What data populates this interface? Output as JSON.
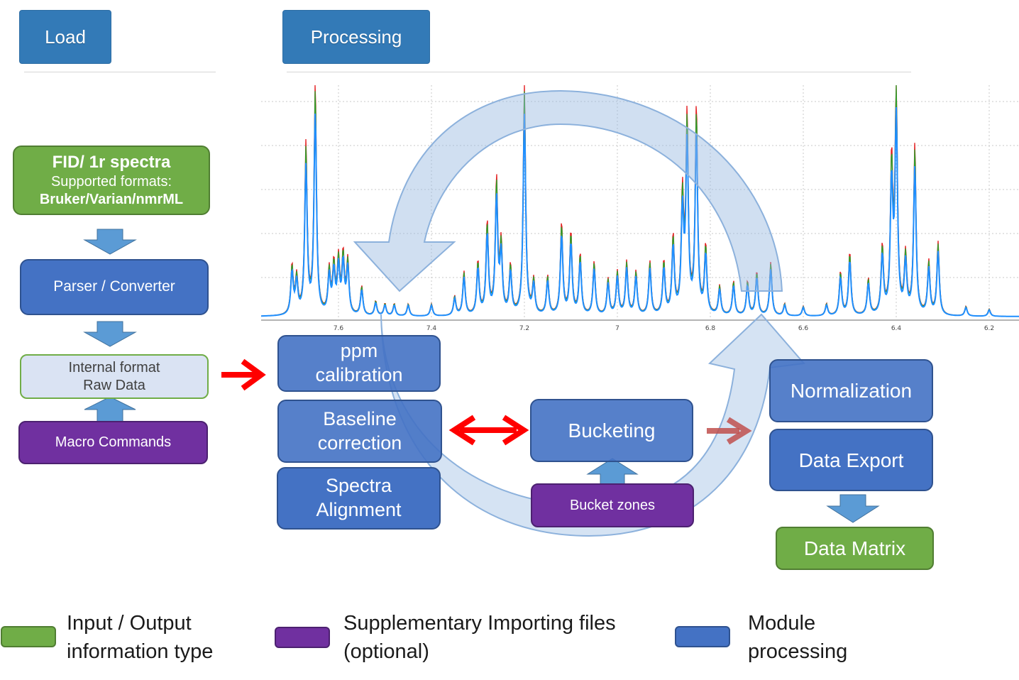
{
  "tabs": {
    "load": "Load",
    "processing": "Processing"
  },
  "load_flow": {
    "input": {
      "title": "FID/ 1r spectra",
      "line1": "Supported formats:",
      "line2": "Bruker/Varian/nmrML"
    },
    "parser": "Parser / Converter",
    "internal": {
      "line1": "Internal format",
      "line2": "Raw Data"
    },
    "macro": "Macro Commands"
  },
  "processing_flow": {
    "ppm": {
      "line1": "ppm",
      "line2": "calibration"
    },
    "baseline": {
      "line1": "Baseline",
      "line2": "correction"
    },
    "alignment": {
      "line1": "Spectra",
      "line2": "Alignment"
    },
    "bucketing": "Bucketing",
    "bucket_zones": "Bucket zones",
    "normalization": "Normalization",
    "export": "Data Export",
    "matrix": "Data Matrix"
  },
  "spectrum": {
    "x_ticks": [
      "7.6",
      "7.4",
      "7.2",
      "7",
      "6.8",
      "6.6",
      "6.4",
      "6.2"
    ],
    "series_colors": [
      "#e41a1c",
      "#2ca02c",
      "#1f8fff"
    ]
  },
  "legend": [
    {
      "line1": "Input / Output",
      "line2": "information type",
      "color": "#70ad47"
    },
    {
      "line1": "Supplementary Importing files",
      "line2": "(optional)",
      "color": "#7030a0"
    },
    {
      "line1": "Module",
      "line2": "processing",
      "color": "#4472c4"
    }
  ]
}
